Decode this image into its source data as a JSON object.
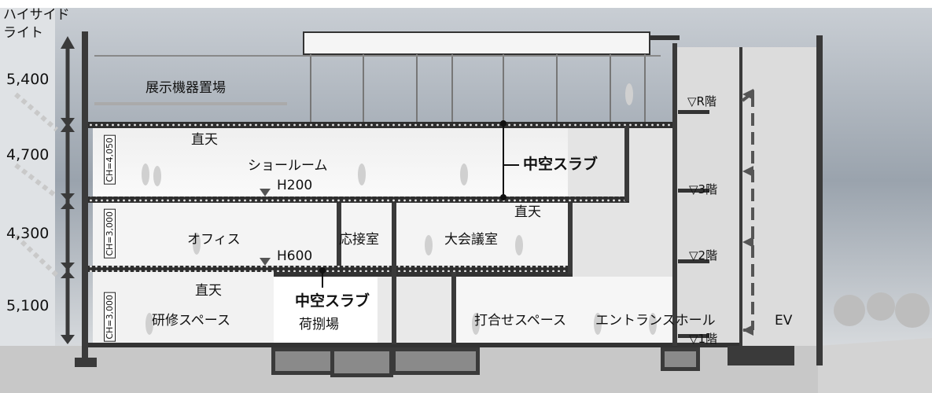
{
  "left_labels": {
    "high_side_light": [
      "ハイサイド",
      "ライト"
    ],
    "dims": [
      "5,400",
      "4,700",
      "4,300",
      "5,100"
    ]
  },
  "ceiling_heights": [
    "CH=4,050",
    "CH=3,000",
    "CH=3,000"
  ],
  "rooms": {
    "exhibit": "展示機器置場",
    "chokuten_1": "直天",
    "showroom": "ショールーム",
    "h200": "H200",
    "chokuten_2": "直天",
    "office": "オフィス",
    "reception": "応接室",
    "conference": "大会議室",
    "h600": "H600",
    "chokuten_3": "直天",
    "training": "研修スペース",
    "loading": "荷捌場",
    "meeting_space": "打合せスペース",
    "entrance_hall": "エントランスホール",
    "ev": "EV"
  },
  "callouts": {
    "hollow_slab_upper": "中空スラブ",
    "hollow_slab_lower": "中空スラブ"
  },
  "floors": {
    "roof": "▽R階",
    "f3": "▽3階",
    "f2": "▽2階",
    "f1": "▽1階"
  },
  "colors": {
    "structure": "#3a3a3a",
    "slab": "#555555",
    "sky": "#9aa3ad"
  }
}
